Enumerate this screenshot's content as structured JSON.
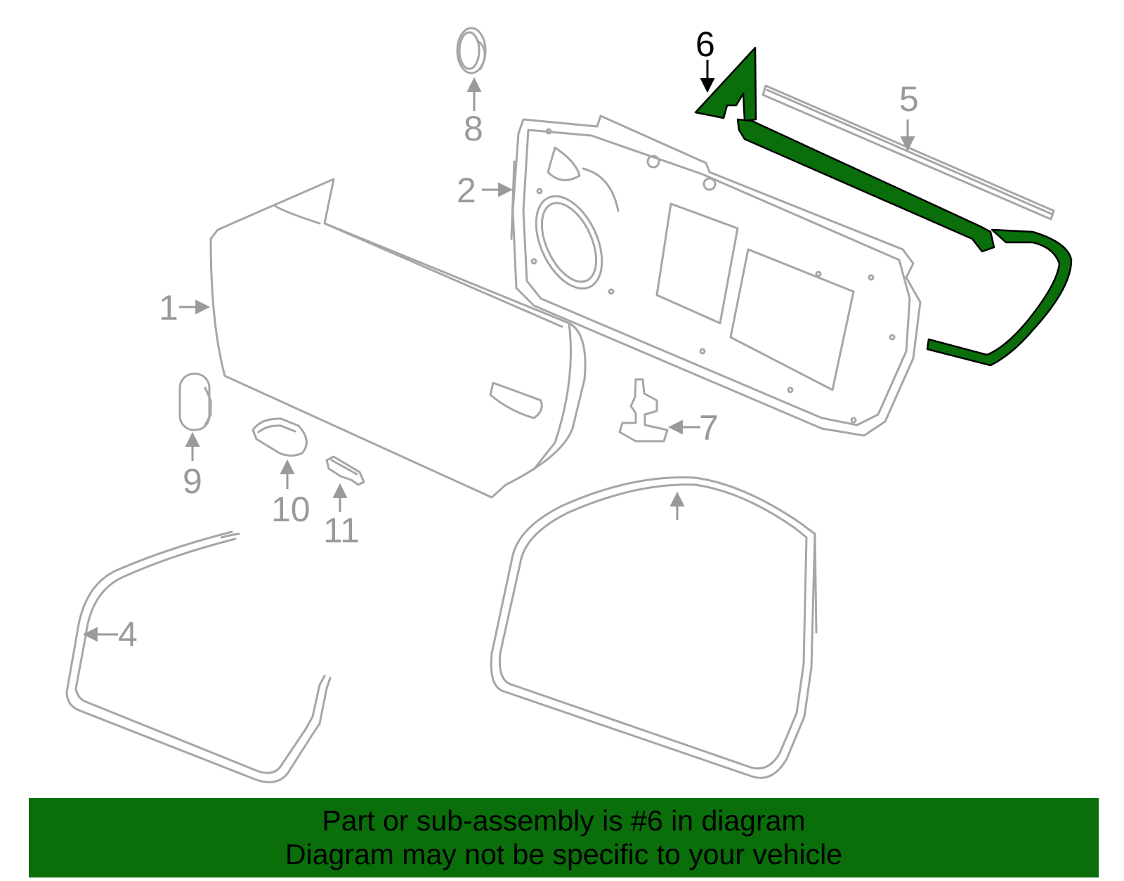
{
  "colors": {
    "highlight": "#0a6e0a",
    "banner": "#0a6e0a",
    "part_line": "#a6a6a6",
    "callout_text": "#9a9a9a"
  },
  "callouts": {
    "c1": "1",
    "c2": "2",
    "c4": "4",
    "c5": "5",
    "c6": "6",
    "c7": "7",
    "c8": "8",
    "c9": "9",
    "c10": "10",
    "c11": "11"
  },
  "highlighted_part": "6",
  "banner": {
    "line1": "Part or sub-assembly is #6 in diagram",
    "line2": "Diagram may not be specific to your vehicle"
  }
}
